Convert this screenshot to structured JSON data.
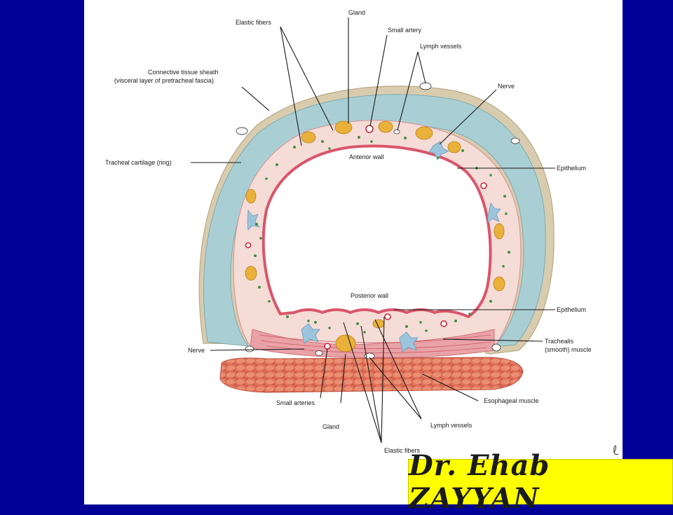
{
  "labels": {
    "elastic_fibers_top": "Elastic fibers",
    "gland_top": "Gland",
    "small_artery": "Small artery",
    "lymph_vessels_top": "Lymph vessels",
    "nerve_right": "Nerve",
    "sheath_line1": "Connective tissue sheath",
    "sheath_line2": "(visceral layer of pretracheal fascia)",
    "tracheal_cartilage": "Tracheal cartilage (ring)",
    "anterior_wall": "Anterior wall",
    "epithelium_upper": "Epithelium",
    "posterior_wall": "Posterior wall",
    "epithelium_lower": "Epithelium",
    "trachealis_line1": "Trachealis",
    "trachealis_line2": "(smooth) muscle",
    "nerve_left": "Nerve",
    "esophageal_muscle": "Esophageal muscle",
    "small_arteries": "Small arteries",
    "gland_bottom": "Gland",
    "lymph_vessels_bottom": "Lymph vessels",
    "elastic_fibers_bottom": "Elastic fibers"
  },
  "author": {
    "name": "Dr. Ehab ZAYYAN"
  },
  "colors": {
    "background": "#000099",
    "panel": "#ffffff",
    "cartilage": "#a9cfd4",
    "sheath": "#d9ccae",
    "mucosa": "#f5dcd6",
    "epithelium": "#d9566b",
    "muscle": "#e9a2a6",
    "esophagus": "#d9785e",
    "gland": "#e9b03a",
    "badge": "#ffff00"
  }
}
